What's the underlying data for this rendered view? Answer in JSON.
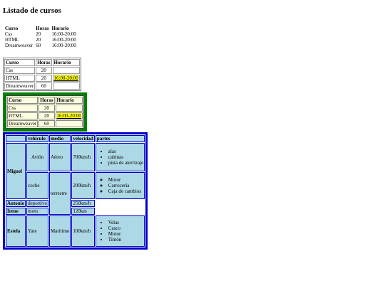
{
  "page": {
    "title": "Listado de cursos"
  },
  "courses": {
    "headers": [
      "Curso",
      "Horas",
      "Horario"
    ],
    "rows": [
      [
        "Css",
        "20",
        "16:00-20:00"
      ],
      [
        "HTML",
        "20",
        "16:00-20:00"
      ],
      [
        "Dreamweaver",
        "60",
        "16:00-20:00"
      ]
    ]
  },
  "courses2": {
    "headers": [
      "Curso",
      "Horas",
      "Horario"
    ],
    "rows": [
      [
        "Css",
        "20",
        ""
      ],
      [
        "HTML",
        "20",
        "16:00-20:00"
      ],
      [
        "Dreamweaver",
        "60",
        ""
      ]
    ]
  },
  "courses3": {
    "headers": [
      "Curso",
      "Horas",
      "Horario"
    ],
    "rows": [
      [
        "Css",
        "20",
        ""
      ],
      [
        "HTML",
        "20",
        "16:00-20:00"
      ],
      [
        "Dreamweaver",
        "60",
        ""
      ]
    ]
  },
  "vehicles": {
    "headers": [
      "",
      "vehiculo",
      "medio",
      "velocidad",
      "partes"
    ],
    "miguel": {
      "name": "Miguel",
      "r1": {
        "vehiculo": "Avión",
        "medio": "Aéreo",
        "velocidad": "700km/h",
        "partes": [
          "alas",
          "cabinas",
          "pista de aterrizaje"
        ]
      },
      "r2": {
        "vehiculo": "coche",
        "velocidad": "200km/h",
        "partes": [
          "Motor",
          "Carrocería",
          "Caja de cambios"
        ]
      }
    },
    "terrestre": "terrestre",
    "antonio": {
      "name": "Antonio",
      "vehiculo": "deportivo",
      "velocidad": "250km/h"
    },
    "irene": {
      "name": "Irene",
      "vehiculo": "moto",
      "velocidad": "120km"
    },
    "estela": {
      "name": "Estela",
      "vehiculo": "Yate",
      "medio": "Marítimo",
      "velocidad": "100km/h",
      "partes": [
        "Velas",
        "Casco",
        "Motor",
        "Timón"
      ]
    }
  }
}
